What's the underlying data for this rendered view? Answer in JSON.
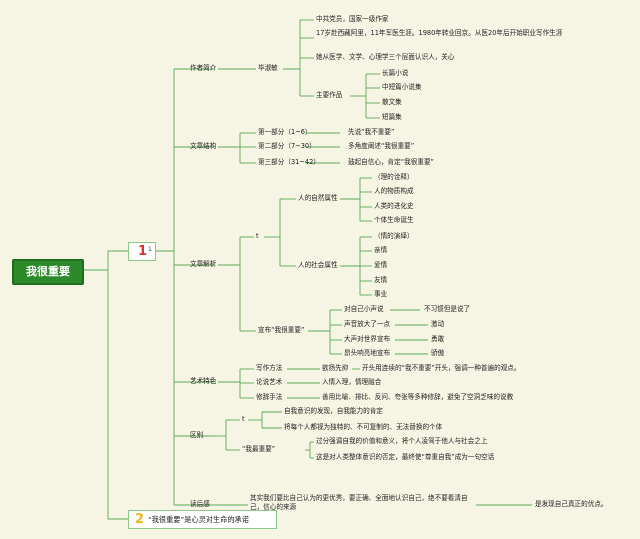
{
  "root": {
    "title": "我很重要"
  },
  "node1": {
    "number": "1",
    "note": "1"
  },
  "node2": {
    "number": "2",
    "label": "“我很重要”是心灵对生命的承诺"
  },
  "author": {
    "heading": "作者简介",
    "name": "毕淑敏",
    "facts": [
      "中共党员，国家一级作家",
      "17岁赴西藏阿里，11年军医生涯。1980年转业回京。从医20年后开始职业写作生涯",
      "她从医学、文学、心理学三个层面认识人，关心"
    ],
    "works_label": "主要作品",
    "works": [
      "长篇小说",
      "中短篇小说集",
      "散文集",
      "短篇集"
    ]
  },
  "structure": {
    "heading": "文章结构",
    "parts": [
      {
        "label": "第一部分（1~6）",
        "text": "先说“我不重要”"
      },
      {
        "label": "第二部分（7~30）",
        "text": "多角度阐述“我很重要”"
      },
      {
        "label": "第三部分（31~42）",
        "text": "鼓起自信心，肯定“我很重要”"
      }
    ]
  },
  "analysis": {
    "heading": "文章解析",
    "t_label": "t",
    "natural": {
      "label": "人的自然属性",
      "items": [
        "（理的诠释）",
        "人的物质构成",
        "人类的进化史",
        "个体生命诞生"
      ]
    },
    "social": {
      "label": "人的社会属性",
      "items": [
        "（情的演绎）",
        "亲情",
        "爱情",
        "友情",
        "事业"
      ]
    },
    "declare": {
      "label": "宣布“我很重要”",
      "items": [
        {
          "a": "对自己小声说",
          "b": "不习惯但是说了"
        },
        {
          "a": "声音放大了一点",
          "b": "激动"
        },
        {
          "a": "大声对世界宣布",
          "b": "勇敢"
        },
        {
          "a": "昂头响亮地宣布",
          "b": "骄傲"
        }
      ]
    }
  },
  "features": {
    "heading": "艺术特色",
    "items": [
      {
        "a": "写作方法",
        "b": "欲扬先抑",
        "c": "开头用连续的“我不重要”开头，强调一种普遍的观点。"
      },
      {
        "a": "论说艺术",
        "b": "入情入理，情理融合",
        "c": ""
      },
      {
        "a": "修辞手法",
        "b": "善用比喻、排比、反问、夸张等多种修辞，避免了空洞乏味的说教",
        "c": ""
      }
    ]
  },
  "difference": {
    "heading": "区别",
    "t_label": "t",
    "t_items": [
      "自我意识的发现，自我能力的肯定",
      "将每个人都视为独特的、不可复制的、无法替换的个体"
    ],
    "important_label": "“我最重要”",
    "important_items": [
      "过分强调自我的价值和意义，将个人凌驾于他人与社会之上",
      "这是对人类整体意识的否定，最终使“尊重自我”成为一句空话"
    ]
  },
  "reflection": {
    "heading": "读后感",
    "text": "其实我们要比自己认为的更优秀，要正确、全面地认识自己，绝不要看清自己，信心的来源",
    "result": "是发现自己真正的优点。"
  }
}
